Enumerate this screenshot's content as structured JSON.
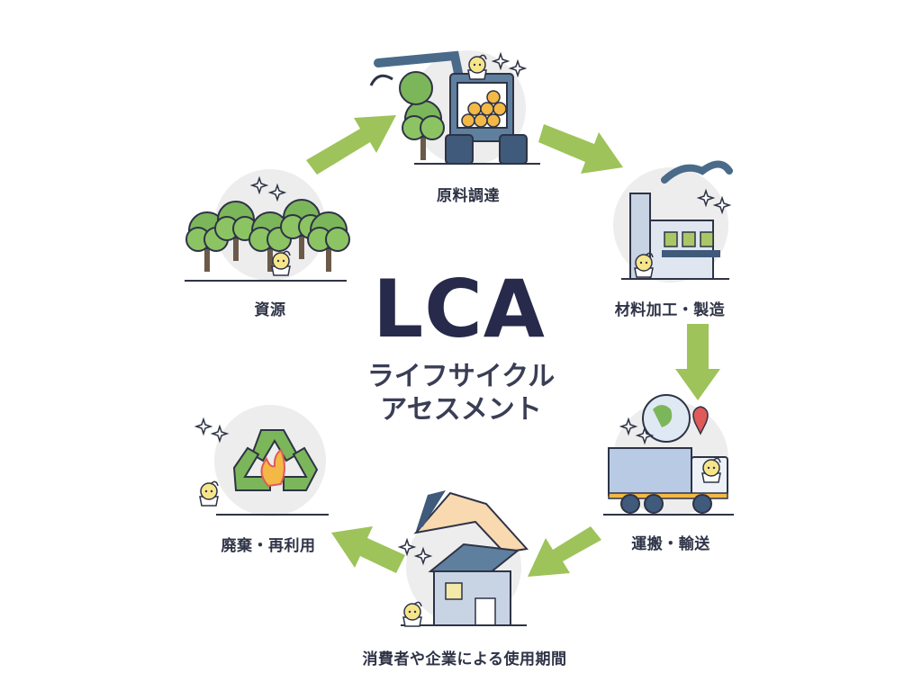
{
  "center": {
    "title": "LCA",
    "subtitle_line1": "ライフサイクル",
    "subtitle_line2": "アセスメント"
  },
  "stages": {
    "resources": "資源",
    "procurement": "原料調達",
    "manufacturing": "材料加工・製造",
    "transport": "運搬・輸送",
    "use": "消費者や企業による使用期間",
    "disposal": "廃棄・再利用"
  },
  "colors": {
    "arrow": "#9dc35a",
    "text": "#2e3346",
    "title": "#272a4a",
    "tree": "#7cb65a",
    "machine": "#3f5a7a",
    "circle_bg": "#ededed"
  },
  "icons": [
    "forest-icon",
    "harvester-icon",
    "factory-icon",
    "truck-icon",
    "house-hand-icon",
    "recycle-icon",
    "mascot-icon"
  ]
}
